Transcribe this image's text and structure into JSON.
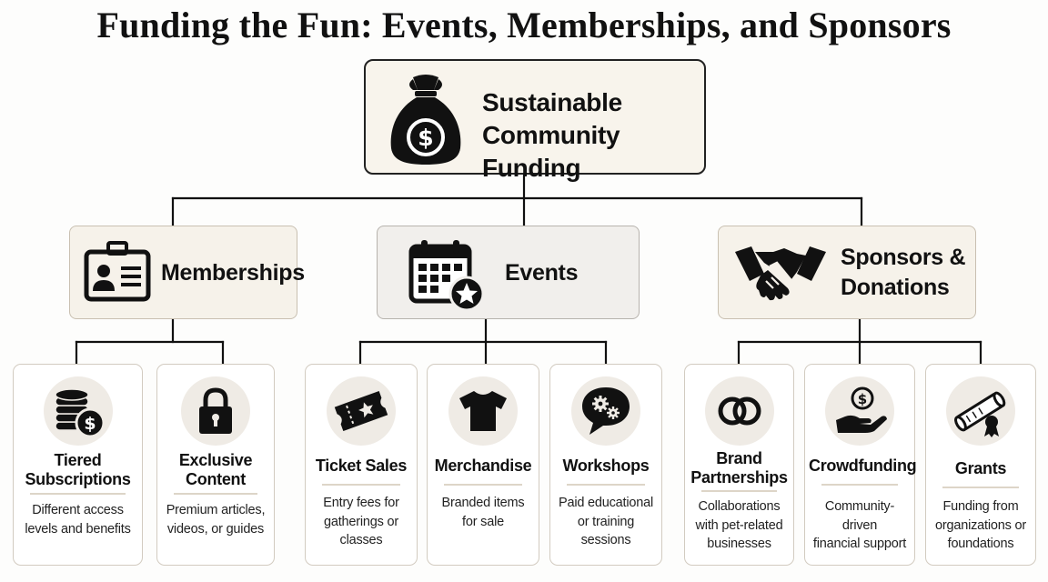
{
  "title": "Funding the Fun: Events, Memberships, and Sponsors",
  "root": {
    "label_line1": "Sustainable",
    "label_line2": "Community Funding",
    "icon": "money-bag-icon"
  },
  "categories": [
    {
      "id": "memberships",
      "label_line1": "Memberships",
      "label_line2": "",
      "icon": "id-badge-icon"
    },
    {
      "id": "events",
      "label_line1": "Events",
      "label_line2": "",
      "icon": "calendar-star-icon"
    },
    {
      "id": "sponsors",
      "label_line1": "Sponsors &",
      "label_line2": "Donations",
      "icon": "handshake-icon"
    }
  ],
  "cards": [
    {
      "category": "memberships",
      "title_line1": "Tiered",
      "title_line2": "Subscriptions",
      "desc_line1": "Different access",
      "desc_line2": "levels and benefits",
      "desc_line3": "",
      "icon": "coins-dollar-icon"
    },
    {
      "category": "memberships",
      "title_line1": "Exclusive",
      "title_line2": "Content",
      "desc_line1": "Premium articles,",
      "desc_line2": "videos, or guides",
      "desc_line3": "",
      "icon": "padlock-icon"
    },
    {
      "category": "events",
      "title_line1": "Ticket Sales",
      "title_line2": "",
      "desc_line1": "Entry fees for",
      "desc_line2": "gatherings or",
      "desc_line3": "classes",
      "icon": "ticket-icon"
    },
    {
      "category": "events",
      "title_line1": "Merchandise",
      "title_line2": "",
      "desc_line1": "Branded items",
      "desc_line2": "for sale",
      "desc_line3": "",
      "icon": "tshirt-icon"
    },
    {
      "category": "events",
      "title_line1": "Workshops",
      "title_line2": "",
      "desc_line1": "Paid educational",
      "desc_line2": "or training",
      "desc_line3": "sessions",
      "icon": "speech-gears-icon"
    },
    {
      "category": "sponsors",
      "title_line1": "Brand",
      "title_line2": "Partnerships",
      "desc_line1": "Collaborations",
      "desc_line2": "with pet-related",
      "desc_line3": "businesses",
      "icon": "linked-rings-icon"
    },
    {
      "category": "sponsors",
      "title_line1": "Crowdfunding",
      "title_line2": "",
      "desc_line1": "Community-driven",
      "desc_line2": "financial support",
      "desc_line3": "",
      "icon": "hand-coin-icon"
    },
    {
      "category": "sponsors",
      "title_line1": "Grants",
      "title_line2": "",
      "desc_line1": "Funding from",
      "desc_line2": "organizations or",
      "desc_line3": "foundations",
      "icon": "diploma-scroll-icon"
    }
  ],
  "colors": {
    "box_fill": "#f6f2ea",
    "box_border": "#c9c0b1",
    "line": "#111111",
    "icon_circle": "#efebe5"
  }
}
